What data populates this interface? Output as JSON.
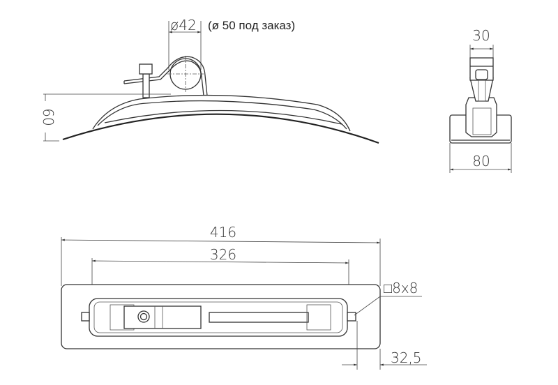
{
  "side_view": {
    "pipe_diameter_label": "ø42",
    "pipe_diameter_note": "(ø 50 под заказ)",
    "height_label": "60"
  },
  "end_view": {
    "clamp_width_label": "30",
    "base_width_label": "80"
  },
  "top_view": {
    "overall_length_label": "416",
    "inner_length_label": "326",
    "square_bolt_label": "□8x8",
    "offset_label": "32,5"
  }
}
